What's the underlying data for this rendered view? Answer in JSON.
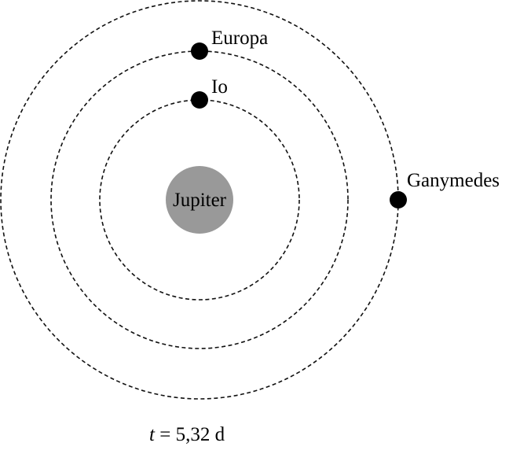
{
  "planet": {
    "name": "Jupiter",
    "color": "#999999"
  },
  "moons": [
    {
      "name": "Io"
    },
    {
      "name": "Europa"
    },
    {
      "name": "Ganymedes"
    }
  ],
  "time": {
    "variable": "t",
    "equals": " = ",
    "value": "5,32",
    "unit": " d"
  },
  "colors": {
    "orbit": "#111111",
    "moon": "#000000",
    "background": "#ffffff"
  }
}
